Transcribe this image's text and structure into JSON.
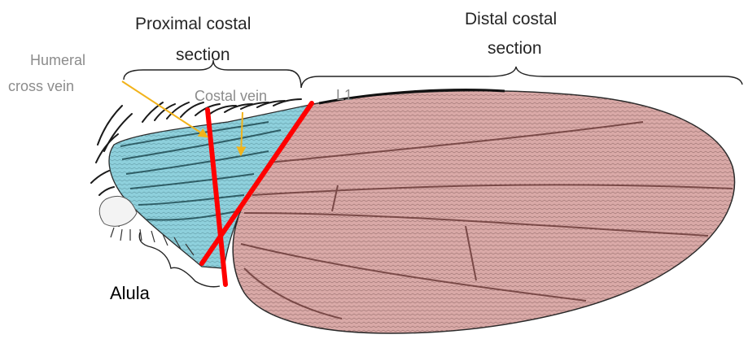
{
  "labels": {
    "proximal_line1": "Proximal costal",
    "proximal_line2": "section",
    "distal_line1": "Distal costal",
    "distal_line2": "section",
    "humeral_line1": "Humeral",
    "humeral_line2": "cross vein",
    "costal_vein": "Costal vein",
    "l1": "L1",
    "alula": "Alula"
  },
  "colors": {
    "wing_fill": "#d9a9a7",
    "proximal_fill": "#8ed0dc",
    "cut_lines": "#ff0000",
    "arrows": "#f2b31b",
    "veins": "#7a4a48",
    "outline": "#2a2a2a"
  }
}
